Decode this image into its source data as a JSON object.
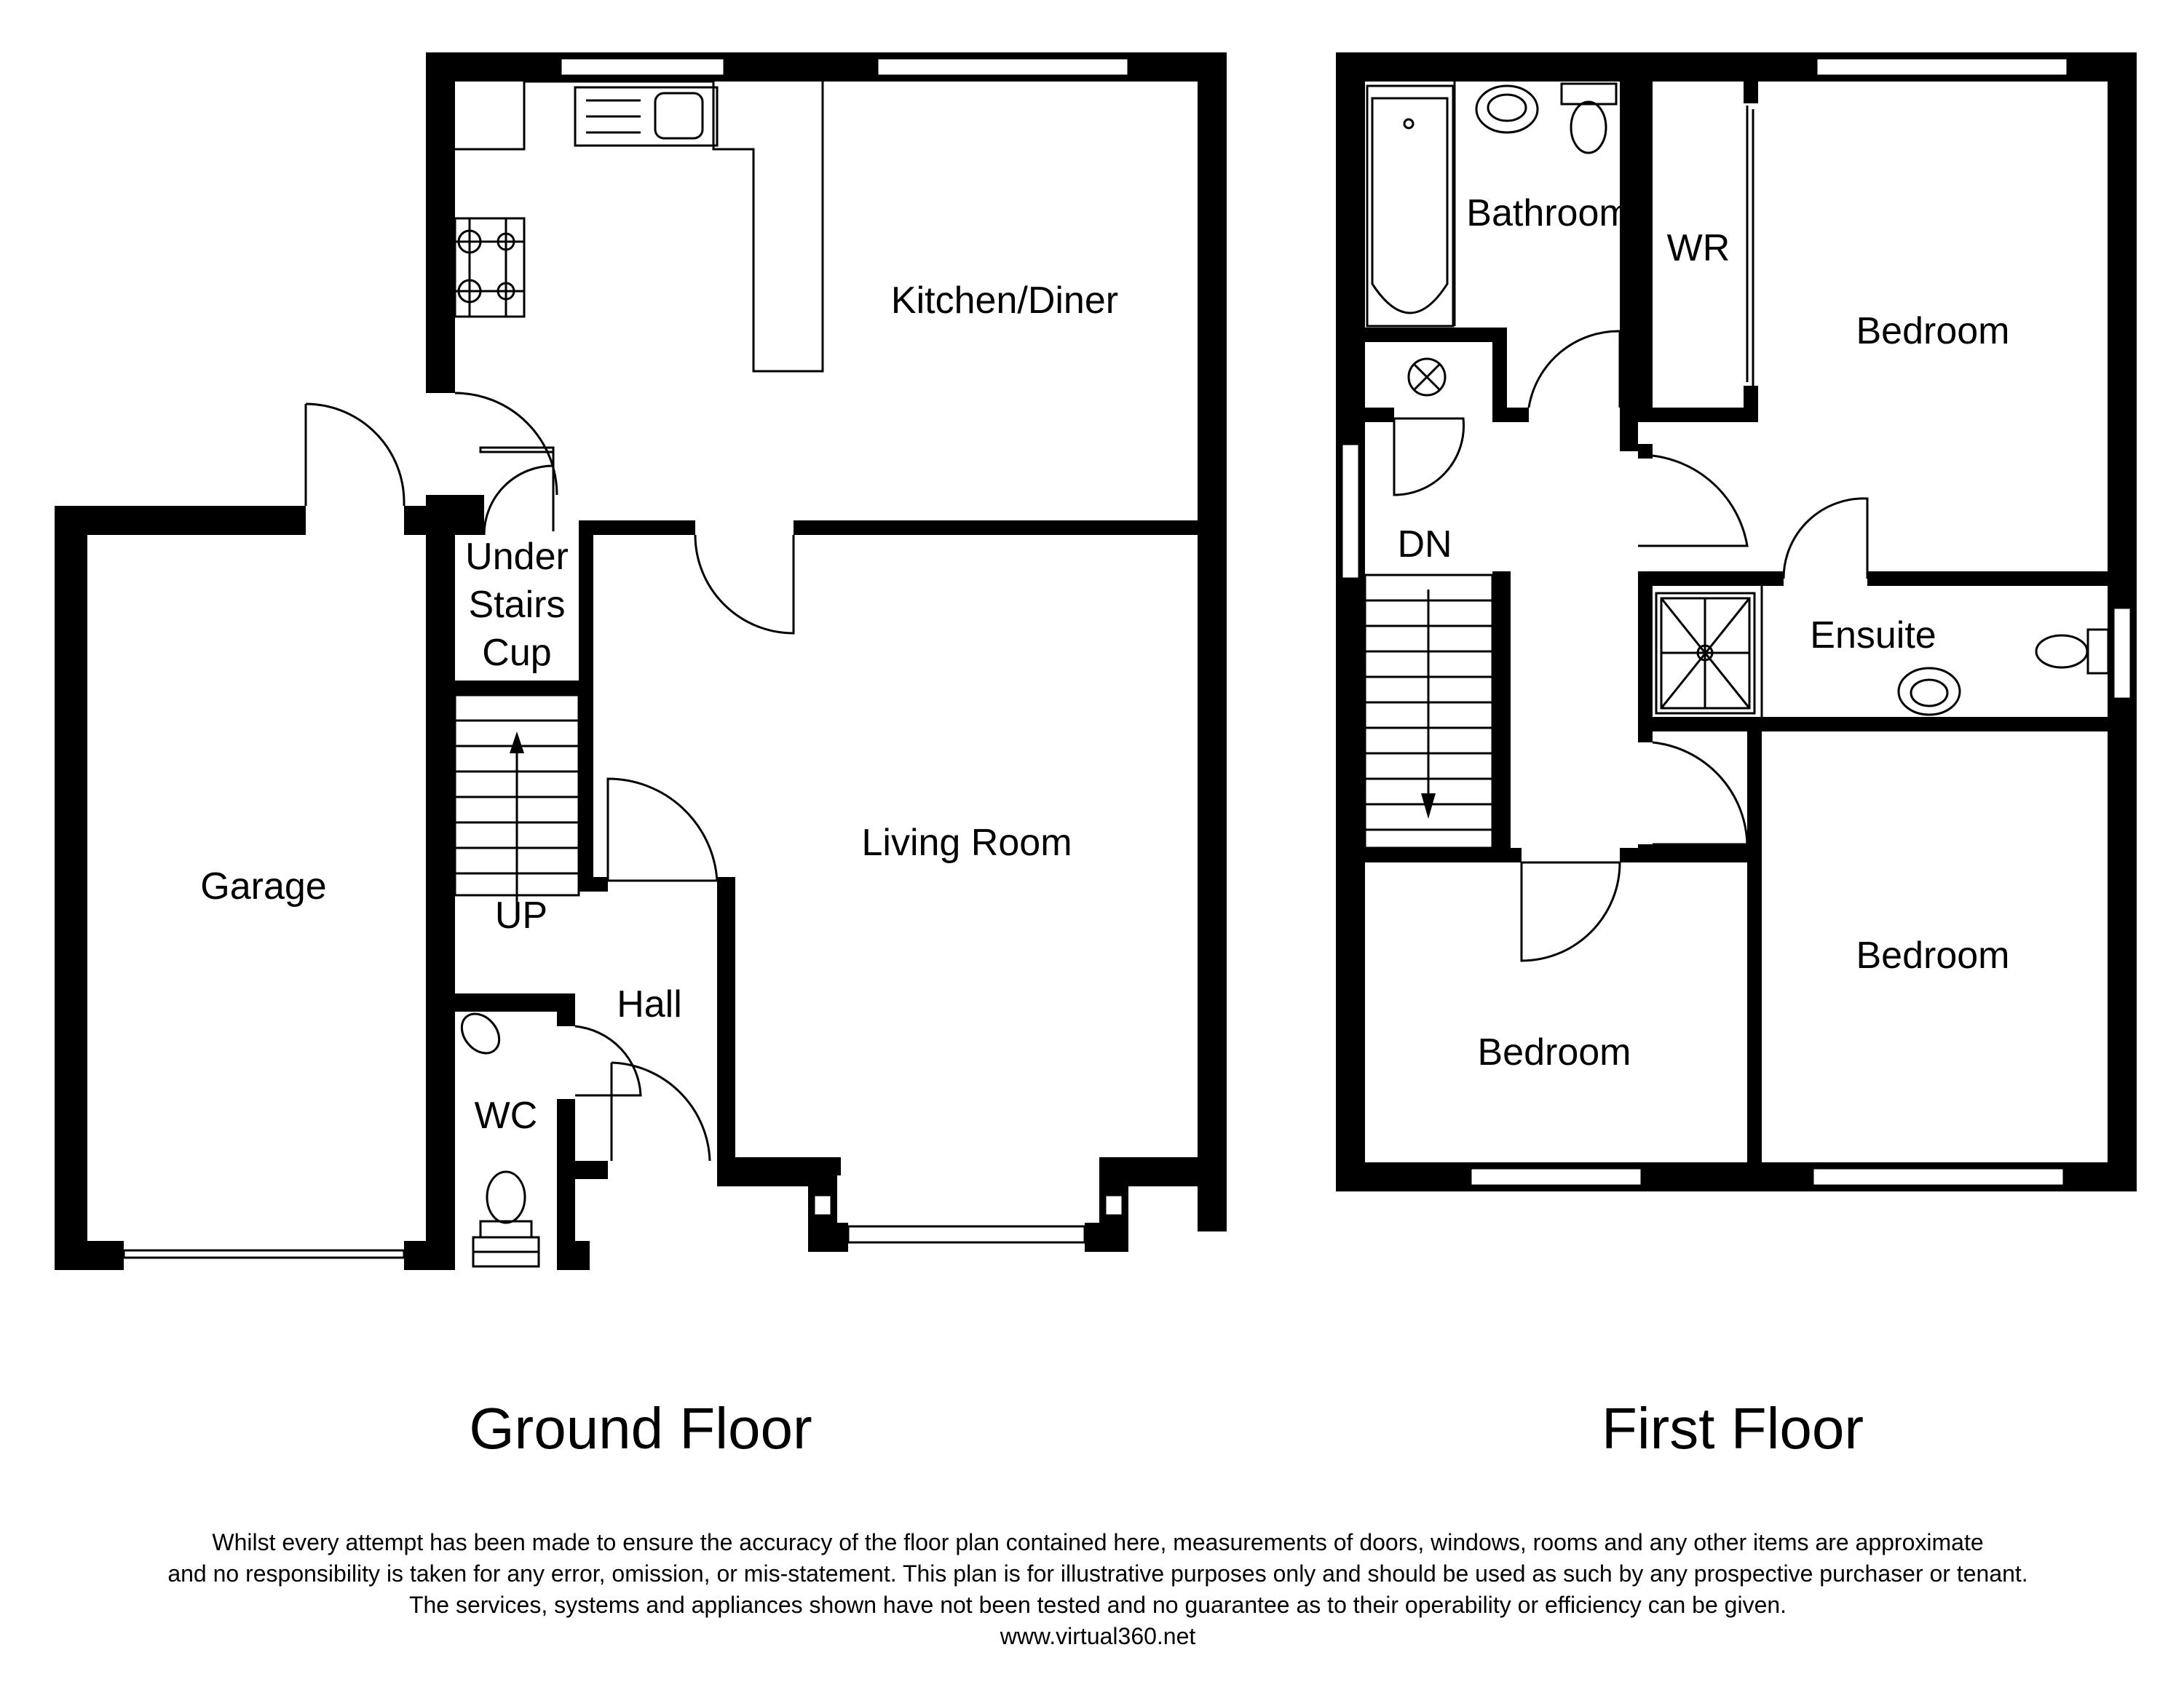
{
  "ground_floor": {
    "title": "Ground Floor",
    "rooms": {
      "kitchen": "Kitchen/Diner",
      "under_stairs_1": "Under",
      "under_stairs_2": "Stairs",
      "under_stairs_3": "Cup",
      "garage": "Garage",
      "living": "Living Room",
      "up": "UP",
      "hall": "Hall",
      "wc": "WC"
    }
  },
  "first_floor": {
    "title": "First Floor",
    "rooms": {
      "bathroom": "Bathroom",
      "wr": "WR",
      "bedroom_1": "Bedroom",
      "dn": "DN",
      "ensuite": "Ensuite",
      "bedroom_2": "Bedroom",
      "bedroom_3": "Bedroom"
    }
  },
  "disclaimer": {
    "line1": "Whilst every attempt has been made to ensure the accuracy of the floor plan contained here, measurements of doors, windows, rooms and any other items are approximate",
    "line2": "and no responsibility is taken for any error, omission, or mis-statement. This plan is for illustrative purposes only and should be used as such by any prospective purchaser or tenant.",
    "line3": "The services, systems and appliances shown have not been tested and no guarantee as to their operability or efficiency can be given.",
    "url": "www.virtual360.net"
  }
}
